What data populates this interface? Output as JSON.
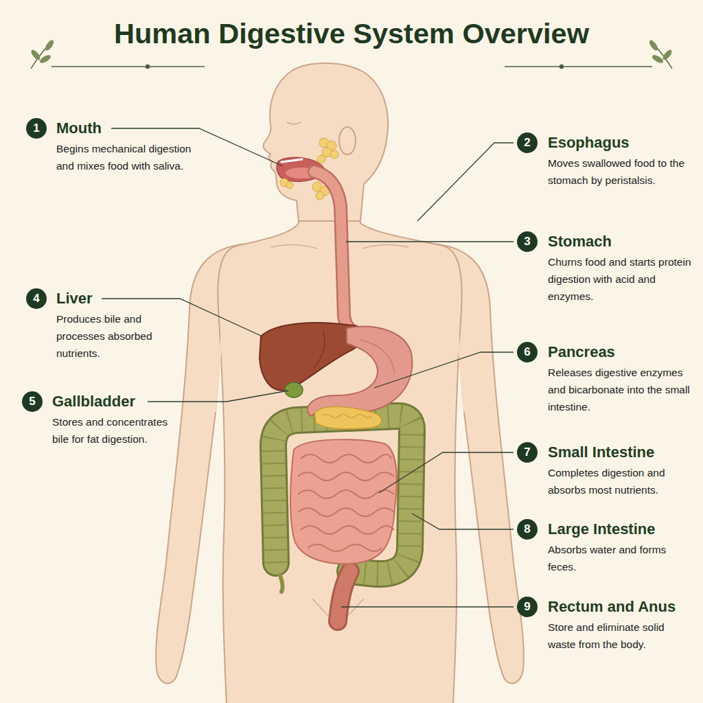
{
  "diagram": {
    "title": "Human Digestive System Overview",
    "nodes": [
      {
        "text": [
          "1",
          "Mouth",
          "Begins mechanical digestion and mixes food with saliva."
        ]
      },
      {
        "text": [
          "2",
          "Esophagus",
          "Moves swallowed food to the stomach by peristalsis."
        ]
      },
      {
        "text": [
          "3",
          "Stomach",
          "Churns food and starts protein digestion with acid and enzymes."
        ]
      },
      {
        "text": [
          "4",
          "Liver",
          "Produces bile and processes absorbed nutrients."
        ]
      },
      {
        "text": [
          "5",
          "Gallbladder",
          "Stores and concentrates bile for fat digestion."
        ]
      },
      {
        "text": [
          "6",
          "Pancreas",
          "Releases digestive enzymes and bicarbonate into the small intestine."
        ]
      },
      {
        "text": [
          "7",
          "Small Intestine",
          "Completes digestion and absorbs most nutrients."
        ]
      },
      {
        "text": [
          "8",
          "Large Intestine",
          "Absorbs water and forms feces."
        ]
      },
      {
        "text": [
          "9",
          "Rectum and Anus",
          "Store and eliminate solid waste from the body."
        ]
      }
    ]
  }
}
